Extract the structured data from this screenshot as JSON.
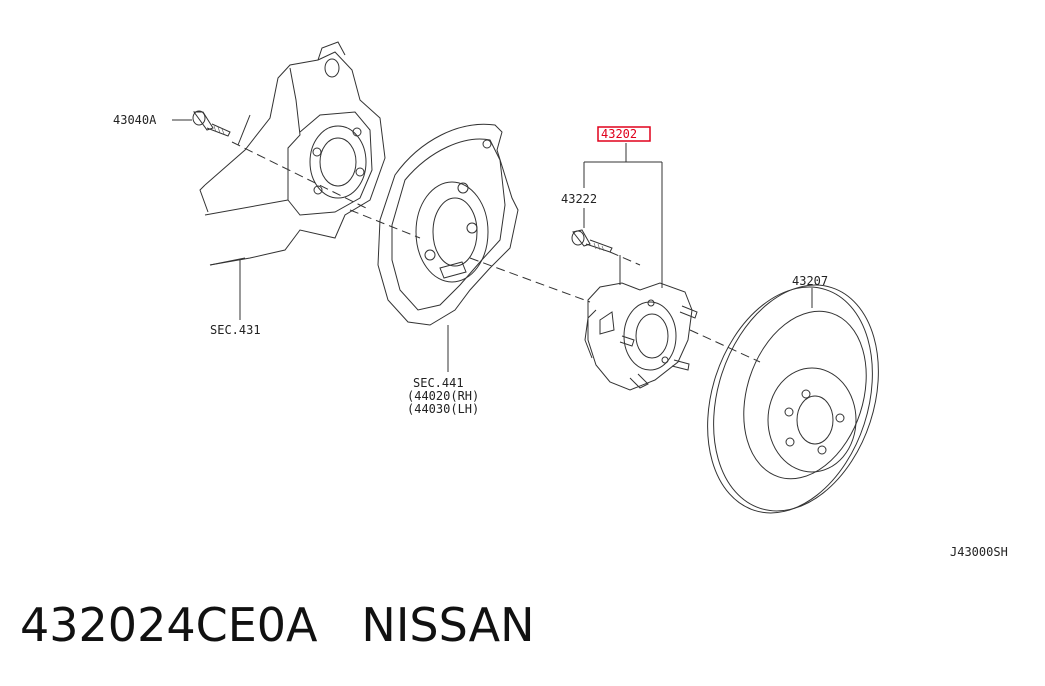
{
  "labels": {
    "bolt_left": "43040A",
    "highlighted_part": "43202",
    "bolt_hub": "43222",
    "rotor": "43207",
    "knuckle": "SEC.431",
    "backing_plate": "SEC.441",
    "rh": "(44020(RH)",
    "lh": "(44030(LH)",
    "drawing_code": "J43000SH"
  },
  "caption": {
    "part_number": "432024CE0A",
    "brand": "NISSAN"
  },
  "colors": {
    "highlight": "#e0001b",
    "line": "#333333"
  }
}
